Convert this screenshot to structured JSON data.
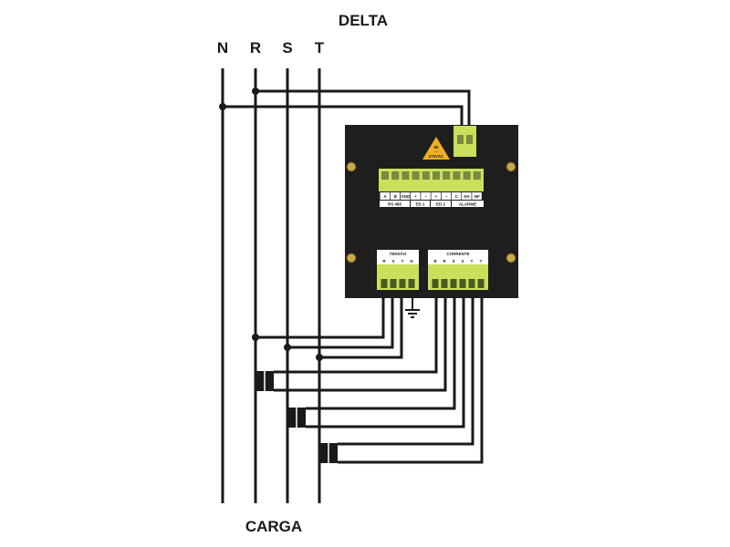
{
  "title": "DELTA",
  "footer": "CARGA",
  "lines": [
    "N",
    "R",
    "S",
    "T"
  ],
  "power_label": {
    "top": "85",
    "mid": "~",
    "bottom": "270VAC"
  },
  "top_terminals": {
    "pins": [
      "A",
      "B",
      "GND",
      "+",
      "−",
      "+",
      "−",
      "C",
      "NA",
      "NF"
    ],
    "groups": [
      "RS 485",
      "ED 1",
      "ED 2",
      "ALARME"
    ]
  },
  "tensao": {
    "title": "TENSÃO",
    "pins": [
      "R",
      "S",
      "T",
      "N"
    ]
  },
  "corrente": {
    "title": "CORRENTE",
    "pins": [
      "R",
      "R",
      "S",
      "S",
      "T",
      "T"
    ]
  },
  "colors": {
    "terminal": "#c8e05a",
    "device": "#1e1e1e",
    "warning": "#f0b020",
    "wire": "#1a1a1a"
  }
}
